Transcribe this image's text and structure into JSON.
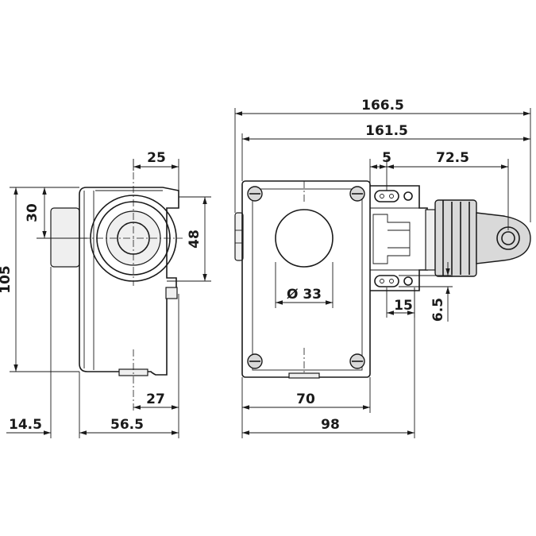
{
  "dimensions": {
    "width_overall": "166.5",
    "width_body": "161.5",
    "offset_5": "5",
    "length_72_5": "72.5",
    "diameter": "Ø 33",
    "depth_15": "15",
    "depth_6_5": "6.5",
    "length_70": "70",
    "length_98": "98",
    "width_25": "25",
    "height_30": "30",
    "height_48": "48",
    "height_105": "105",
    "width_27": "27",
    "width_14_5": "14.5",
    "width_56_5": "56.5"
  }
}
